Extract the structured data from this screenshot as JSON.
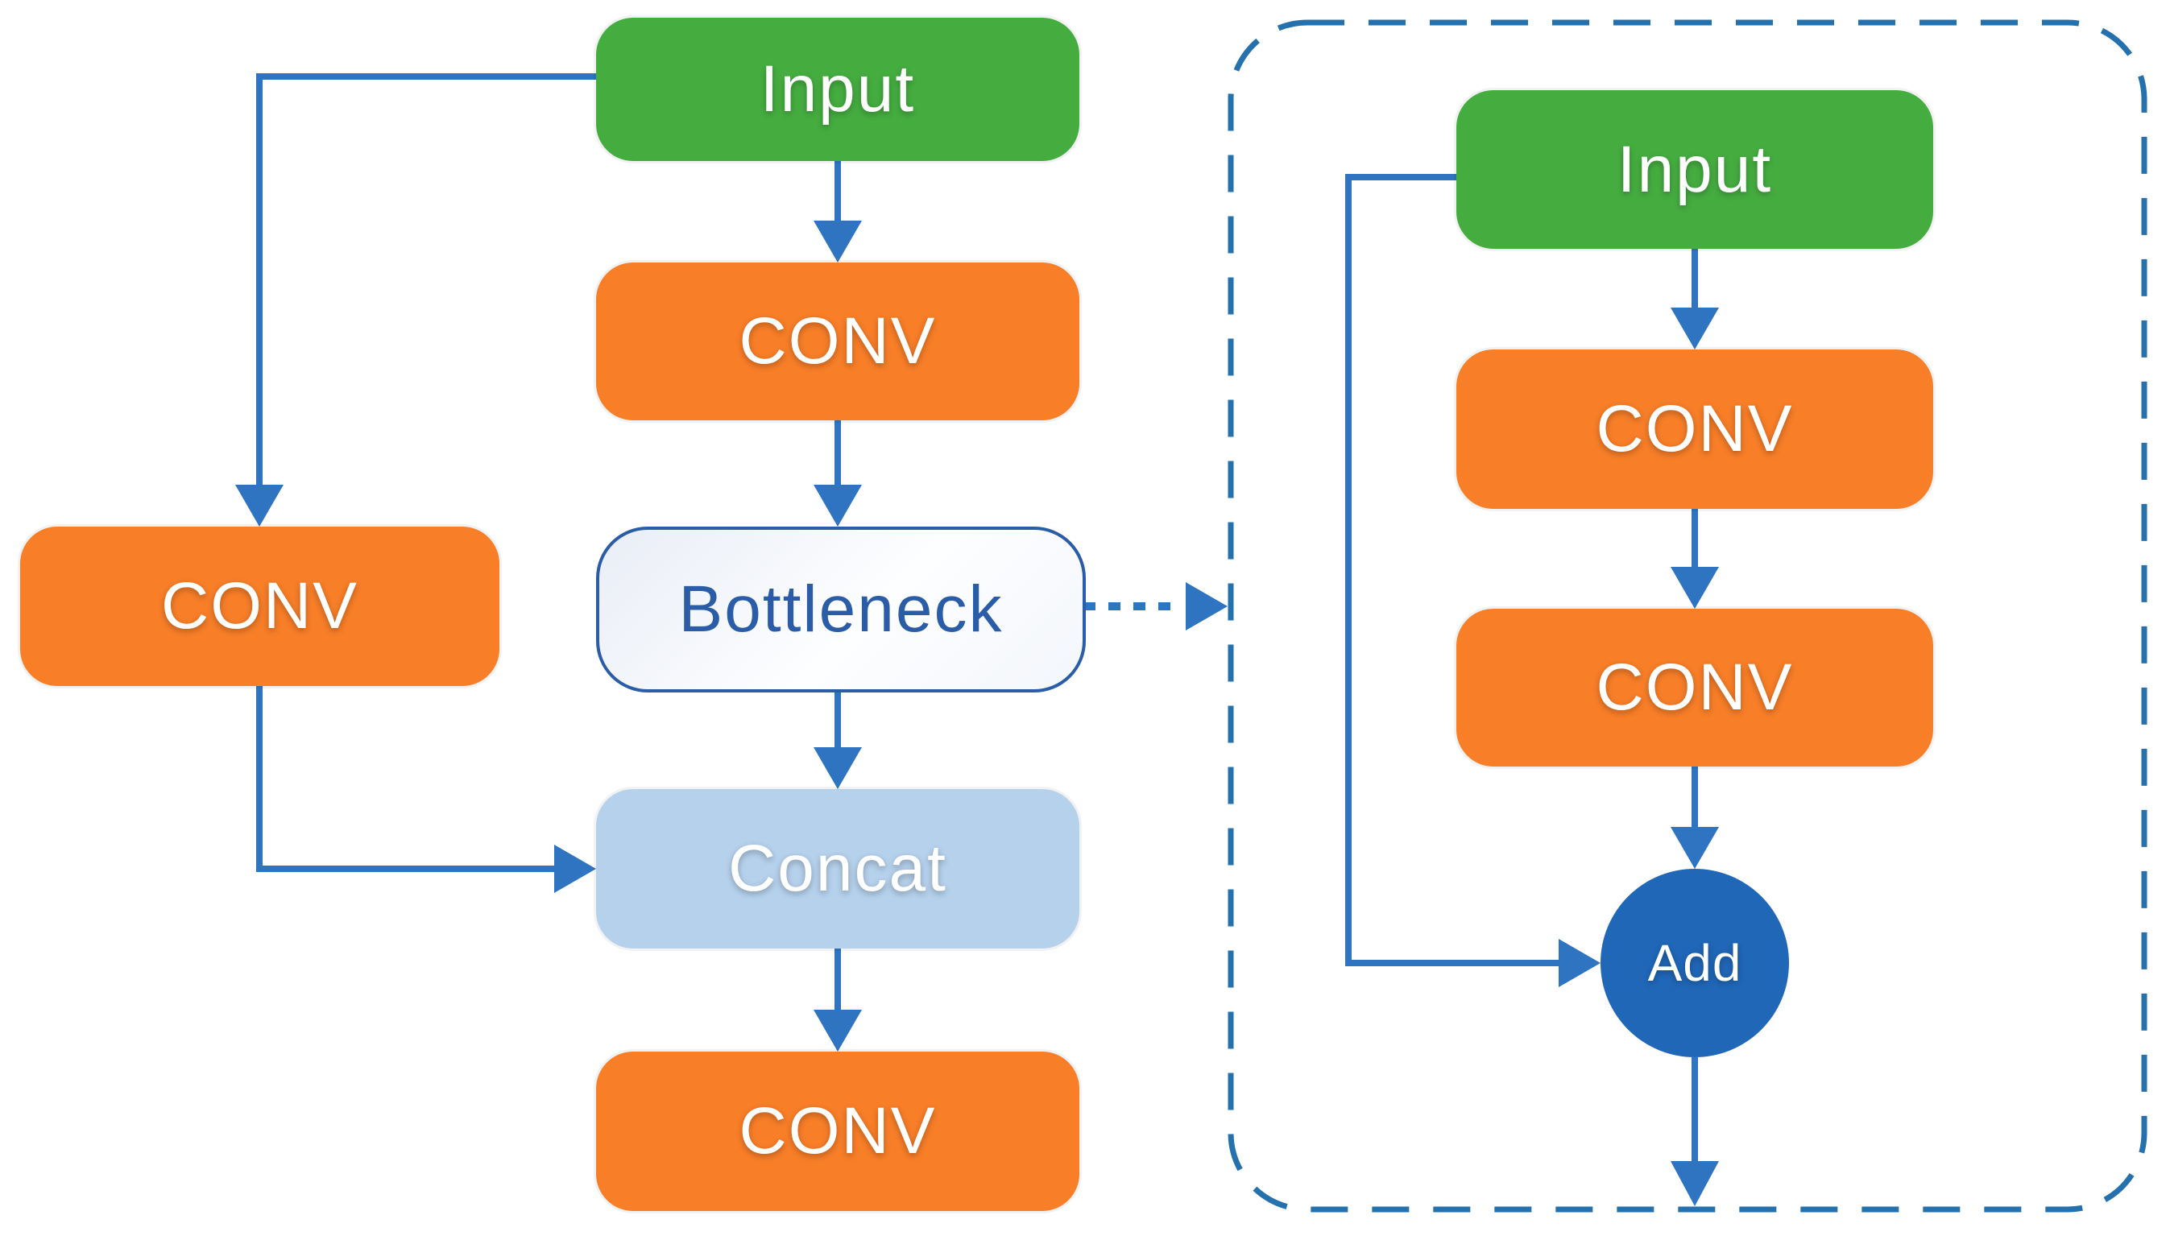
{
  "diagram": {
    "main_branch": {
      "input_label": "Input",
      "conv_top_label": "CONV",
      "bottleneck_label": "Bottleneck",
      "concat_label": "Concat",
      "conv_bottom_label": "CONV",
      "side_conv_label": "CONV"
    },
    "bottleneck_detail": {
      "input_label": "Input",
      "conv1_label": "CONV",
      "conv2_label": "CONV",
      "add_label": "Add"
    }
  },
  "colors": {
    "input_green": "#45AD40",
    "conv_orange": "#F87E28",
    "concat_blue": "#B6D1EC",
    "add_blue": "#2067B8",
    "connector_blue": "#2E74C0",
    "dashed_border_blue": "#2471AE",
    "bottleneck_border_blue": "#2B5CA8"
  }
}
